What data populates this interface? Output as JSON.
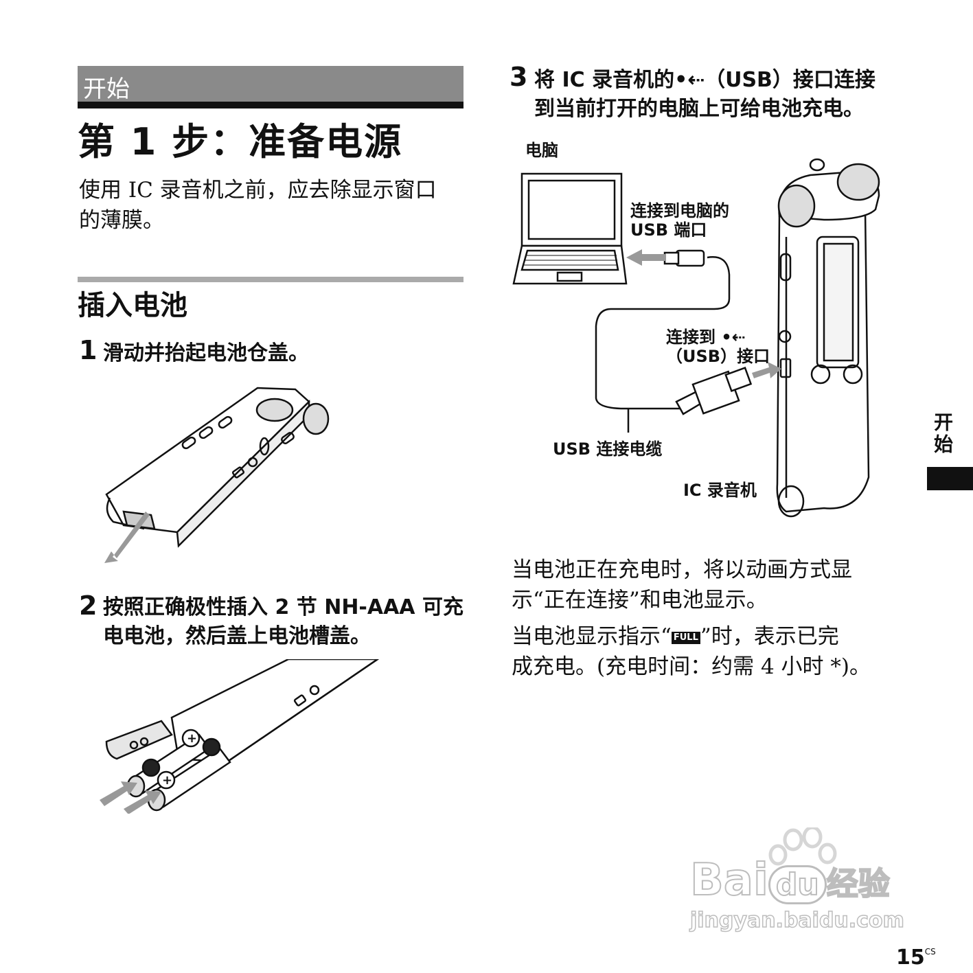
{
  "section": {
    "label": "开始"
  },
  "title": "第 1 步：准备电源",
  "intro": [
    "使用 IC 录音机之前，应去除显示窗口",
    "的薄膜。"
  ],
  "subheading": "插入电池",
  "steps": [
    {
      "num": "1",
      "lines": [
        "滑动并抬起电池仓盖。"
      ]
    },
    {
      "num": "2",
      "lines": [
        "按照正确极性插入 2 节 NH-AAA 可充",
        "电电池，然后盖上电池槽盖。"
      ]
    },
    {
      "num": "3",
      "lines_prefix": "将 IC 录音机的",
      "lines_suffix": "（USB）接口连接",
      "line2": "到当前打开的电脑上可给电池充电。"
    }
  ],
  "diagram": {
    "computer": "电脑",
    "connect_pc": [
      "连接到电脑的",
      "USB 端口"
    ],
    "connect_usb_prefix": "连接到",
    "connect_usb_suffix": "（USB）接口",
    "cable": "USB 连接电缆",
    "recorder": "IC 录音机"
  },
  "paragraphs": [
    [
      "当电池正在充电时，将以动画方式显",
      "示“正在连接”和电池显示。"
    ],
    [
      "当电池显示指示“",
      "”时，表示已完",
      "成充电。(充电时间：约需 4 小时 *)。"
    ]
  ],
  "battery_icon_text": "FULL",
  "side_tab": "开始",
  "page": {
    "number": "15",
    "suffix": "CS"
  },
  "watermark": {
    "brand": "Bai",
    "brand2": "du",
    "brand3": "经验",
    "url": "jingyan.baidu.com"
  }
}
